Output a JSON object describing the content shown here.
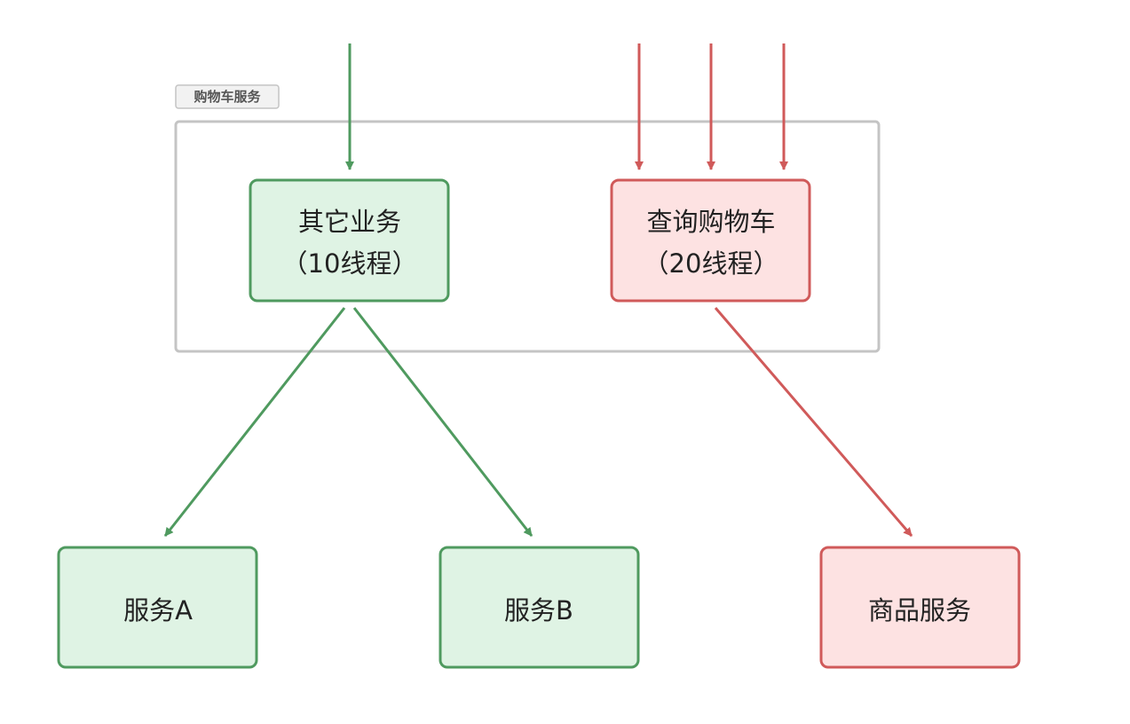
{
  "group": {
    "label": "购物车服务"
  },
  "nodes": {
    "other_business": {
      "line1": "其它业务",
      "line2": "（10线程）"
    },
    "query_cart": {
      "line1": "查询购物车",
      "line2": "（20线程）"
    },
    "service_a": {
      "label": "服务A"
    },
    "service_b": {
      "label": "服务B"
    },
    "product_service": {
      "label": "商品服务"
    }
  },
  "colors": {
    "green_stroke": "#4f9a5f",
    "green_fill": "#dff3e4",
    "red_stroke": "#d05a5a",
    "red_fill": "#fde2e2",
    "group_border": "#c4c4c4"
  }
}
